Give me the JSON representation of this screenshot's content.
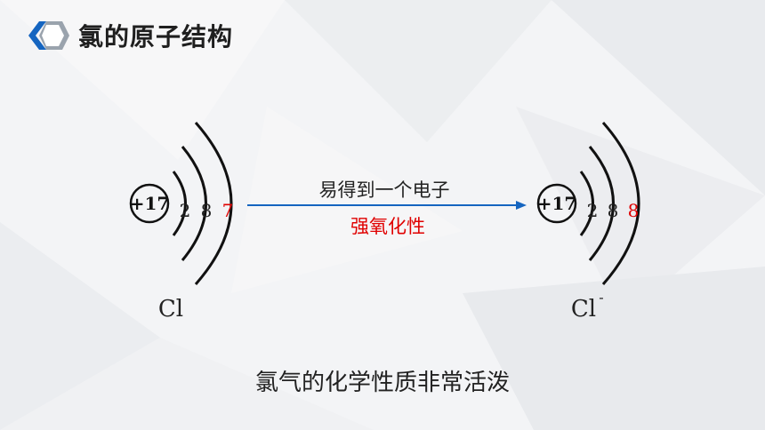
{
  "header": {
    "title": "氯的原子结构"
  },
  "atom_left": {
    "nucleus": "+17",
    "shells": [
      "2",
      "8",
      "7"
    ],
    "symbol": "Cl"
  },
  "reaction": {
    "top_label": "易得到一个电子",
    "bottom_label": "强氧化性"
  },
  "atom_right": {
    "nucleus": "+17",
    "shells": [
      "2",
      "8",
      "8"
    ],
    "symbol": "Cl",
    "charge": "-"
  },
  "footer": {
    "text": "氯气的化学性质非常活泼"
  },
  "colors": {
    "accent": "#1565c0",
    "highlight": "#e00000",
    "text": "#222222"
  }
}
